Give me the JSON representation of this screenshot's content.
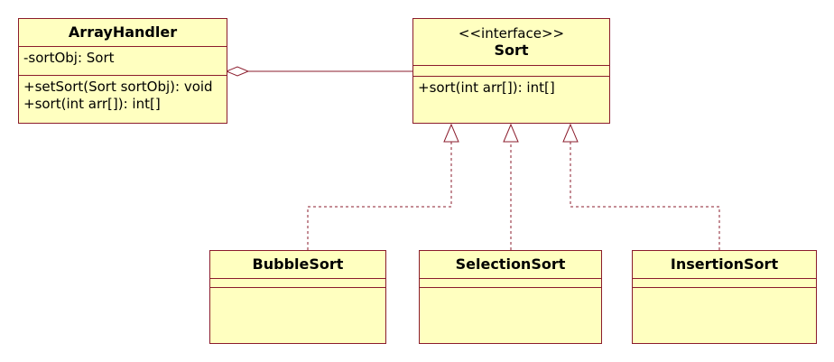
{
  "colors": {
    "fill": "#ffffc0",
    "border": "#8b1c2c"
  },
  "classes": {
    "arrayhandler": {
      "name": "ArrayHandler",
      "attributes": [
        "-sortObj: Sort"
      ],
      "operations": [
        "+setSort(Sort sortObj): void",
        "+sort(int arr[]): int[]"
      ]
    },
    "sort": {
      "stereotype": "<<interface>>",
      "name": "Sort",
      "attributes": [],
      "operations": [
        "+sort(int arr[]): int[]"
      ]
    },
    "bubblesort": {
      "name": "BubbleSort",
      "attributes": [],
      "operations": []
    },
    "selectionsort": {
      "name": "SelectionSort",
      "attributes": [],
      "operations": []
    },
    "insertionsort": {
      "name": "InsertionSort",
      "attributes": [],
      "operations": []
    }
  },
  "relationships": [
    {
      "type": "aggregation",
      "whole": "ArrayHandler",
      "part": "Sort"
    },
    {
      "type": "realization",
      "from": "BubbleSort",
      "to": "Sort"
    },
    {
      "type": "realization",
      "from": "SelectionSort",
      "to": "Sort"
    },
    {
      "type": "realization",
      "from": "InsertionSort",
      "to": "Sort"
    }
  ]
}
